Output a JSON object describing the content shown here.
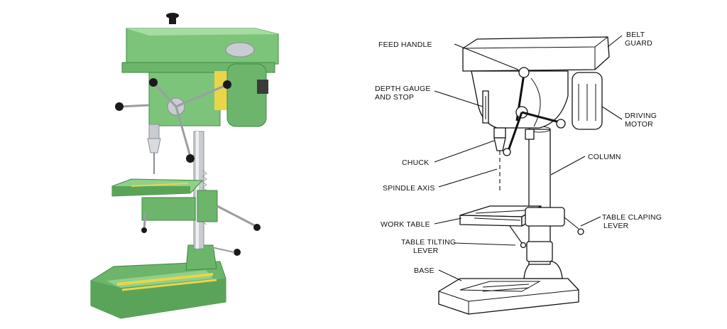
{
  "labels": {
    "feed_handle": "FEED HANDLE",
    "depth_gauge_1": "DEPTH GAUGE",
    "depth_gauge_2": "AND STOP",
    "chuck": "CHUCK",
    "spindle_axis": "SPINDLE AXIS",
    "work_table": "WORK TABLE",
    "table_tilting_1": "TABLE TILTING",
    "table_tilting_2": "LEVER",
    "base": "BASE",
    "belt_1": "BELT",
    "belt_2": "GUARD",
    "driving_1": "DRIVING",
    "driving_2": "MOTOR",
    "column": "COLUMN",
    "table_claping_1": "TABLE CLAPING",
    "table_claping_2": "LEVER"
  },
  "colors": {
    "machine_green": "#7cc47a",
    "machine_green_dark": "#4f9a52",
    "yellow_stripe": "#e8d64a",
    "steel": "#c9ccd0",
    "knob": "#1a1a1a"
  }
}
